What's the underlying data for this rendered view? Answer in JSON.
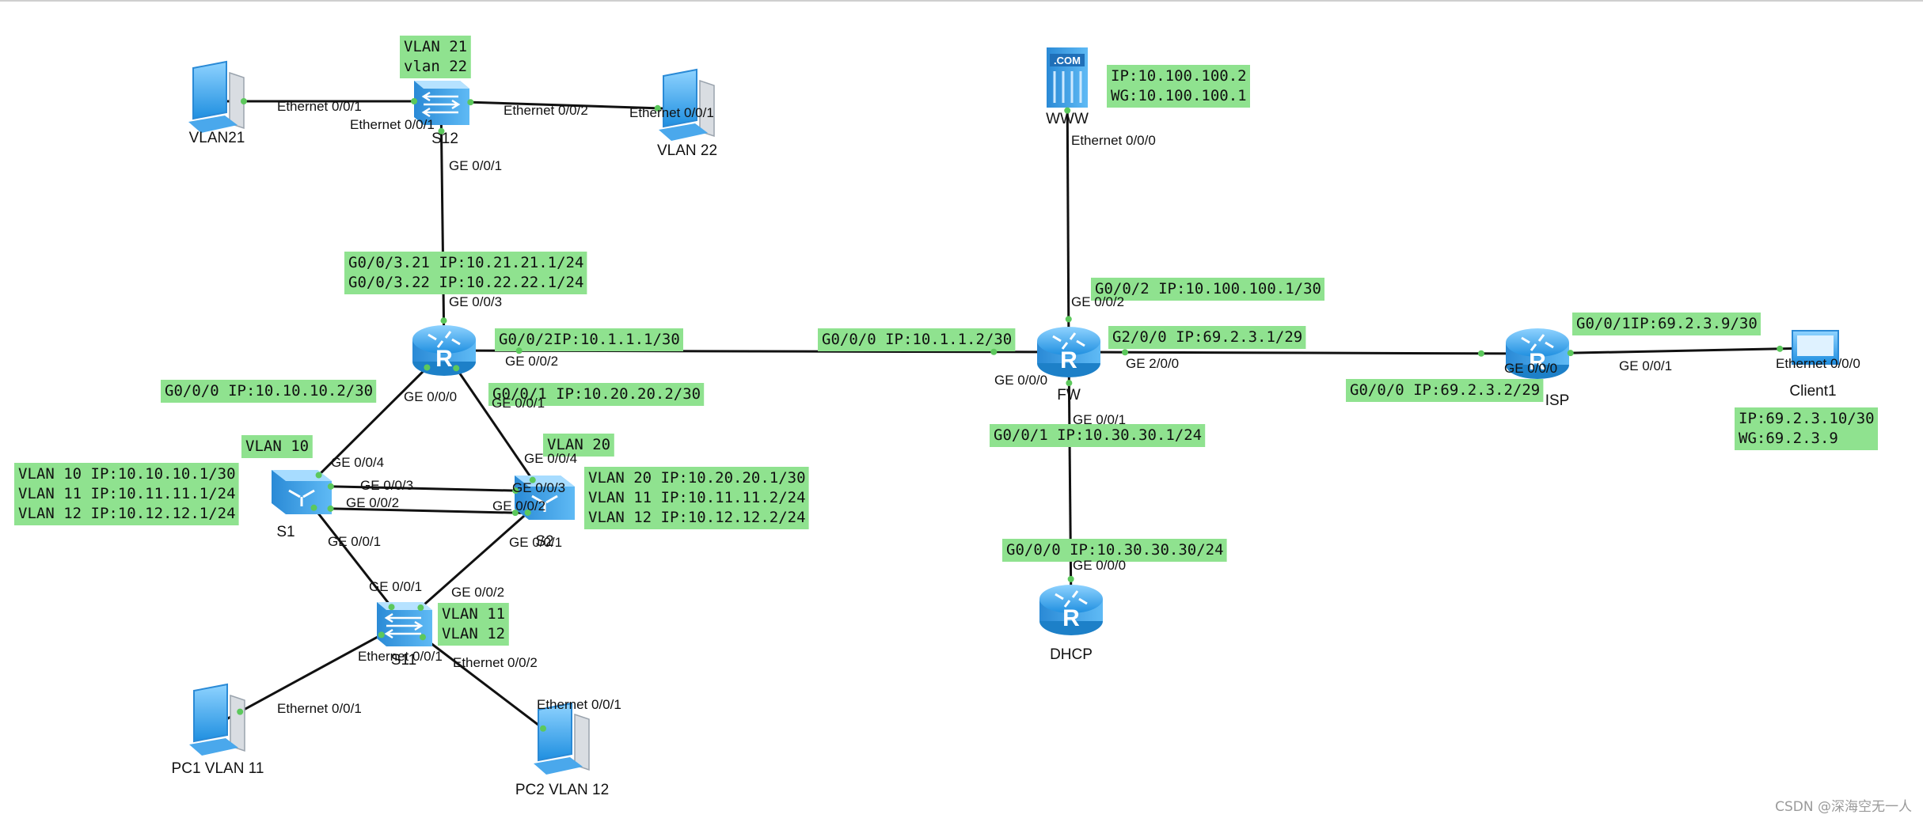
{
  "devices": [
    {
      "id": "pc-vlan21",
      "type": "pc",
      "label": "VLAN21"
    },
    {
      "id": "s12",
      "type": "l2switch",
      "label": "S12"
    },
    {
      "id": "pc-vlan22",
      "type": "pc",
      "label": "VLAN 22"
    },
    {
      "id": "www",
      "type": "server",
      "label": "WWW"
    },
    {
      "id": "r",
      "type": "router",
      "label": ""
    },
    {
      "id": "fw",
      "type": "router",
      "label": "FW"
    },
    {
      "id": "isp",
      "type": "router",
      "label": "ISP"
    },
    {
      "id": "client1",
      "type": "client",
      "label": "Client1"
    },
    {
      "id": "s1",
      "type": "l3switch",
      "label": "S1"
    },
    {
      "id": "s2",
      "type": "l3switch",
      "label": "S2"
    },
    {
      "id": "s11",
      "type": "l2switch",
      "label": "S11"
    },
    {
      "id": "dhcp",
      "type": "router",
      "label": "DHCP"
    },
    {
      "id": "pc1",
      "type": "pc",
      "label": "PC1 VLAN 11"
    },
    {
      "id": "pc2",
      "type": "pc",
      "label": "PC2 VLAN 12"
    }
  ],
  "links": [
    {
      "from": "pc-vlan21",
      "to": "s12",
      "from_port": "Ethernet 0/0/1",
      "to_port": "Ethernet 0/0/1"
    },
    {
      "from": "s12",
      "to": "pc-vlan22",
      "from_port": "Ethernet 0/0/2",
      "to_port": "Ethernet 0/0/1"
    },
    {
      "from": "s12",
      "to": "r",
      "from_port": "GE 0/0/1",
      "to_port": "GE 0/0/3"
    },
    {
      "from": "r",
      "to": "fw",
      "from_port": "GE 0/0/2",
      "to_port": "GE 0/0/0"
    },
    {
      "from": "fw",
      "to": "isp",
      "from_port": "GE 2/0/0",
      "to_port": "GE 0/0/0"
    },
    {
      "from": "isp",
      "to": "client1",
      "from_port": "GE 0/0/1",
      "to_port": "Ethernet 0/0/0"
    },
    {
      "from": "fw",
      "to": "www",
      "from_port": "GE 0/0/2",
      "to_port": "Ethernet 0/0/0"
    },
    {
      "from": "fw",
      "to": "dhcp",
      "from_port": "GE 0/0/1",
      "to_port": "GE 0/0/0"
    },
    {
      "from": "r",
      "to": "s1",
      "from_port": "GE 0/0/0",
      "to_port": "GE 0/0/4"
    },
    {
      "from": "r",
      "to": "s2",
      "from_port": "GE 0/0/1",
      "to_port": "GE 0/0/4"
    },
    {
      "from": "s1",
      "to": "s2",
      "from_port": "GE 0/0/3",
      "to_port": "GE 0/0/3"
    },
    {
      "from": "s1",
      "to": "s2",
      "from_port": "GE 0/0/2",
      "to_port": "GE 0/0/2"
    },
    {
      "from": "s1",
      "to": "s11",
      "from_port": "GE 0/0/1",
      "to_port": "GE 0/0/1"
    },
    {
      "from": "s2",
      "to": "s11",
      "from_port": "GE 0/0/1",
      "to_port": "GE 0/0/2"
    },
    {
      "from": "s11",
      "to": "pc1",
      "from_port": "Ethernet 0/0/1",
      "to_port": "Ethernet 0/0/1"
    },
    {
      "from": "s11",
      "to": "pc2",
      "from_port": "Ethernet 0/0/2",
      "to_port": "Ethernet 0/0/1"
    }
  ],
  "notes": [
    {
      "id": "note-s12-vlans",
      "lines": [
        "VLAN 21",
        "vlan 22"
      ]
    },
    {
      "id": "note-www-ip",
      "lines": [
        "IP:10.100.100.2",
        "WG:10.100.100.1"
      ]
    },
    {
      "id": "note-r-g003",
      "lines": [
        "G0/0/3.21 IP:10.21.21.1/24",
        "G0/0/3.22 IP:10.22.22.1/24"
      ]
    },
    {
      "id": "note-fw-g002",
      "lines": [
        "G0/0/2 IP:10.100.100.1/30"
      ]
    },
    {
      "id": "note-r-g002",
      "lines": [
        "G0/0/2IP:10.1.1.1/30"
      ]
    },
    {
      "id": "note-fw-g000",
      "lines": [
        "G0/0/0 IP:10.1.1.2/30"
      ]
    },
    {
      "id": "note-fw-g200",
      "lines": [
        "G2/0/0 IP:69.2.3.1/29"
      ]
    },
    {
      "id": "note-isp-g001",
      "lines": [
        "G0/0/1IP:69.2.3.9/30"
      ]
    },
    {
      "id": "note-r-g000",
      "lines": [
        "G0/0/0 IP:10.10.10.2/30"
      ]
    },
    {
      "id": "note-r-g001",
      "lines": [
        "G0/0/1 IP:10.20.20.2/30"
      ]
    },
    {
      "id": "note-isp-g000",
      "lines": [
        "G0/0/0 IP:69.2.3.2/29"
      ]
    },
    {
      "id": "note-client-ip",
      "lines": [
        "IP:69.2.3.10/30",
        "WG:69.2.3.9"
      ]
    },
    {
      "id": "note-s1-vlan",
      "lines": [
        "VLAN 10"
      ]
    },
    {
      "id": "note-s2-vlan",
      "lines": [
        "VLAN 20"
      ]
    },
    {
      "id": "note-fw-g001",
      "lines": [
        "G0/0/1 IP:10.30.30.1/24"
      ]
    },
    {
      "id": "note-s1-ips",
      "lines": [
        "VLAN 10 IP:10.10.10.1/30",
        "VLAN 11 IP:10.11.11.1/24",
        "VLAN 12 IP:10.12.12.1/24"
      ]
    },
    {
      "id": "note-s2-ips",
      "lines": [
        "VLAN 20 IP:10.20.20.1/30",
        "VLAN 11 IP:10.11.11.2/24",
        "VLAN 12 IP:10.12.12.2/24"
      ]
    },
    {
      "id": "note-dhcp-ip",
      "lines": [
        "G0/0/0 IP:10.30.30.30/24"
      ]
    },
    {
      "id": "note-s11-vlans",
      "lines": [
        "VLAN 11",
        "VLAN 12"
      ]
    }
  ],
  "watermark": "CSDN @深海空无一人",
  "colors": {
    "note_bg": "#8fe28f",
    "link": "#111111",
    "port_dot": "#5cc85c",
    "device": "#3aa7ee"
  }
}
